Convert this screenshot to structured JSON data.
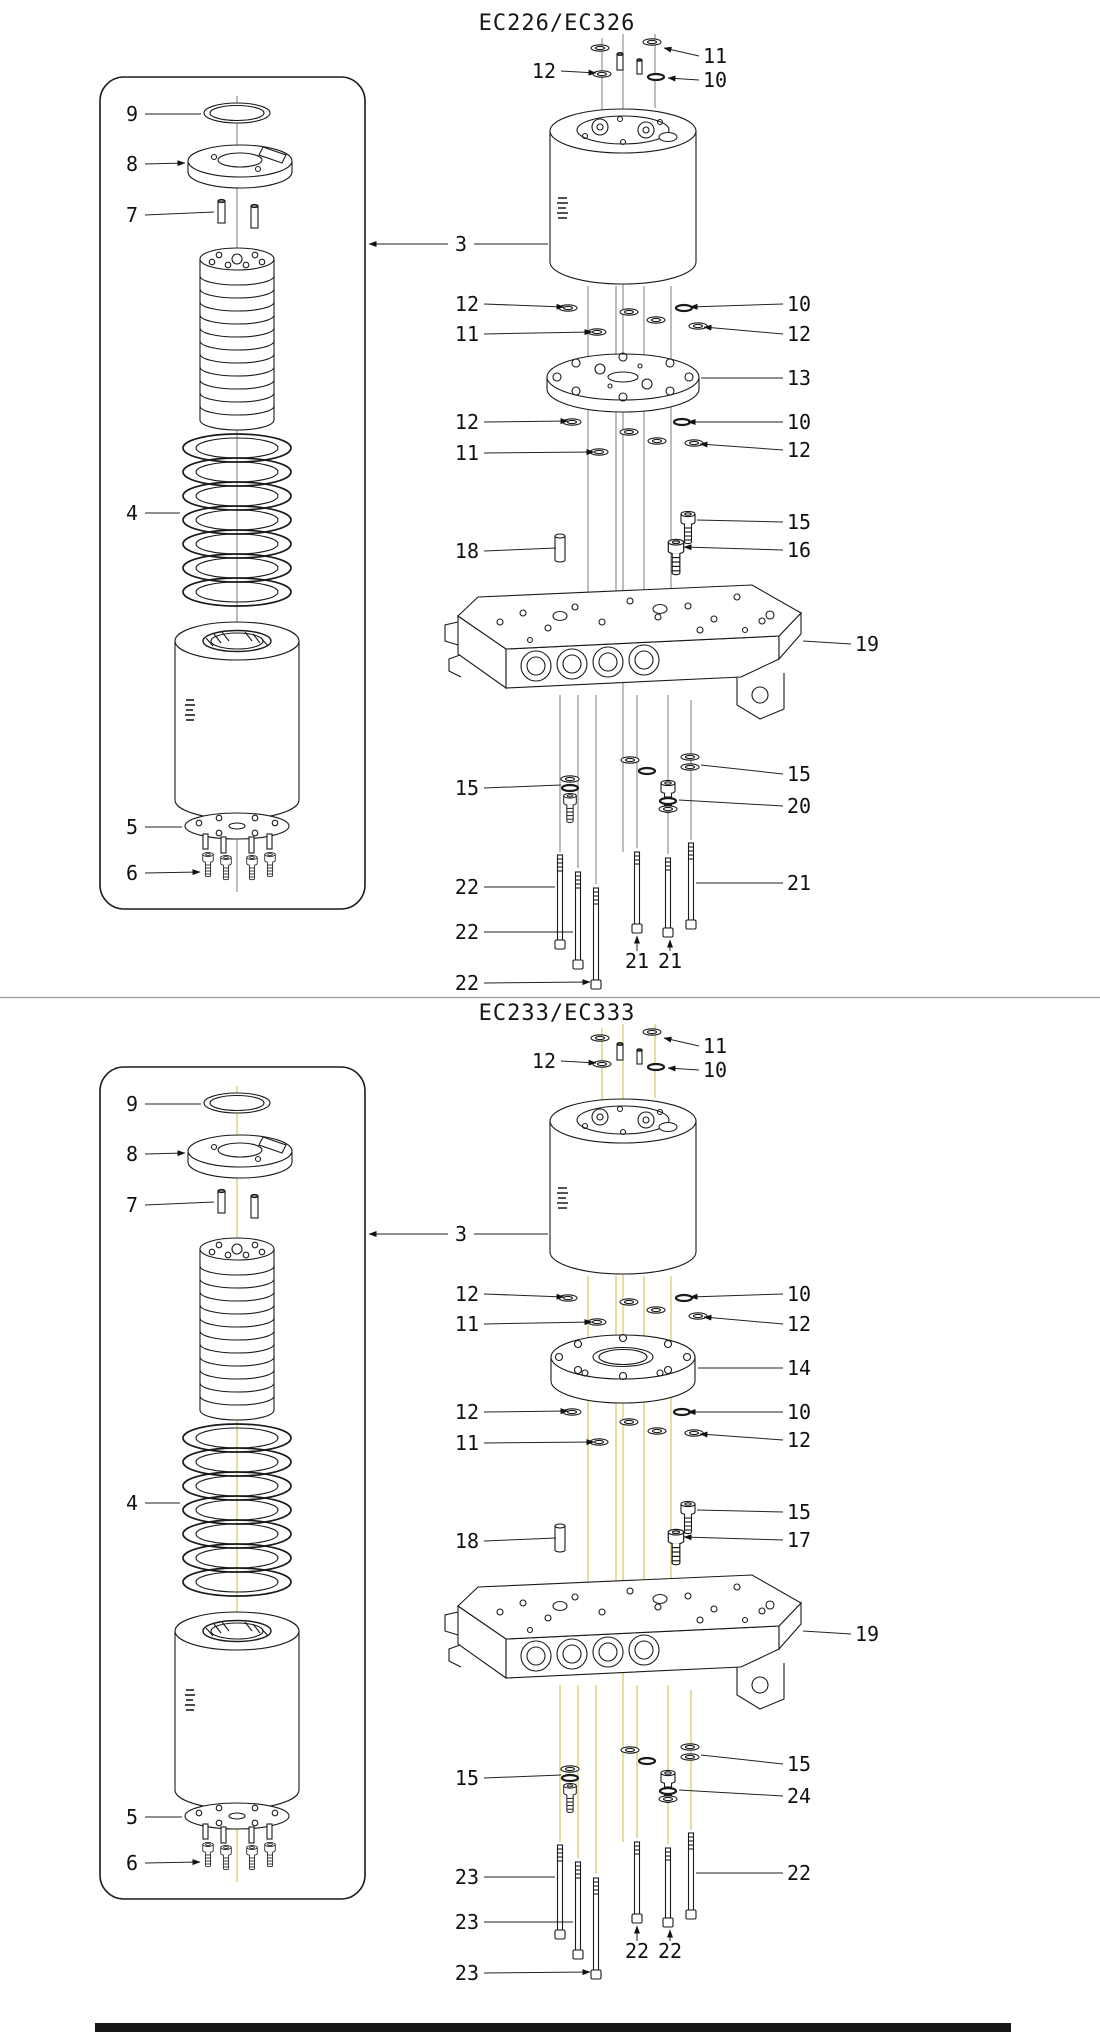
{
  "page": {
    "background": "#ffffff",
    "line_color": "#1a1a1a",
    "centerline_color_top": "#6e6e6e",
    "centerline_color_bottom": "#c9b42c",
    "divider_color": "#999999"
  },
  "sections": [
    {
      "id": "ec226-ec326",
      "title": "EC226/EC326",
      "callouts": [
        {
          "n": "11",
          "t": [
            703,
            63
          ],
          "a": "start",
          "l": [
            699,
            56,
            664,
            48
          ],
          "arr": true
        },
        {
          "n": "12",
          "t": [
            556,
            78
          ],
          "a": "end",
          "l": [
            561,
            71,
            596,
            73
          ],
          "arr": true
        },
        {
          "n": "10",
          "t": [
            703,
            87
          ],
          "a": "start",
          "l": [
            699,
            80,
            668,
            78
          ],
          "arr": true
        },
        {
          "n": "9",
          "t": [
            132,
            121
          ],
          "a": "middle",
          "l": [
            145,
            114,
            201,
            114
          ],
          "arr": false
        },
        {
          "n": "8",
          "t": [
            132,
            171
          ],
          "a": "middle",
          "l": [
            145,
            164,
            185,
            163
          ],
          "arr": true
        },
        {
          "n": "7",
          "t": [
            132,
            222
          ],
          "a": "middle",
          "l": [
            145,
            215,
            214,
            212
          ],
          "arr": false
        },
        {
          "n": "4",
          "t": [
            132,
            520
          ],
          "a": "middle",
          "l": [
            145,
            513,
            180,
            513
          ],
          "arr": false
        },
        {
          "n": "5",
          "t": [
            132,
            834
          ],
          "a": "middle",
          "l": [
            145,
            827,
            182,
            827
          ],
          "arr": false
        },
        {
          "n": "6",
          "t": [
            132,
            880
          ],
          "a": "middle",
          "l": [
            145,
            873,
            200,
            872
          ],
          "arr": true
        },
        {
          "n": "3",
          "t": [
            461,
            251
          ],
          "a": "middle",
          "l": [
            448,
            244,
            369,
            244
          ],
          "arr": true,
          "l2": [
            474,
            244,
            548,
            244
          ]
        },
        {
          "n": "12",
          "t": [
            479,
            311
          ],
          "a": "end",
          "l": [
            484,
            304,
            564,
            307
          ],
          "arr": true
        },
        {
          "n": "11",
          "t": [
            479,
            341
          ],
          "a": "end",
          "l": [
            484,
            334,
            592,
            332
          ],
          "arr": true
        },
        {
          "n": "10",
          "t": [
            787,
            311
          ],
          "a": "start",
          "l": [
            783,
            304,
            690,
            307
          ],
          "arr": true
        },
        {
          "n": "12",
          "t": [
            787,
            341
          ],
          "a": "start",
          "l": [
            783,
            334,
            704,
            327
          ],
          "arr": true
        },
        {
          "n": "13",
          "t": [
            787,
            385
          ],
          "a": "start",
          "l": [
            783,
            378,
            701,
            378
          ],
          "arr": false
        },
        {
          "n": "12",
          "t": [
            479,
            429
          ],
          "a": "end",
          "l": [
            484,
            422,
            568,
            421
          ],
          "arr": true
        },
        {
          "n": "11",
          "t": [
            479,
            460
          ],
          "a": "end",
          "l": [
            484,
            453,
            594,
            452
          ],
          "arr": true
        },
        {
          "n": "10",
          "t": [
            787,
            429
          ],
          "a": "start",
          "l": [
            783,
            422,
            688,
            422
          ],
          "arr": true
        },
        {
          "n": "12",
          "t": [
            787,
            457
          ],
          "a": "start",
          "l": [
            783,
            450,
            700,
            444
          ],
          "arr": true
        },
        {
          "n": "15",
          "t": [
            787,
            529
          ],
          "a": "start",
          "l": [
            783,
            522,
            697,
            520
          ],
          "arr": false
        },
        {
          "n": "16",
          "t": [
            787,
            557
          ],
          "a": "start",
          "l": [
            783,
            550,
            684,
            547
          ],
          "arr": true
        },
        {
          "n": "18",
          "t": [
            479,
            558
          ],
          "a": "end",
          "l": [
            484,
            551,
            556,
            548
          ],
          "arr": false
        },
        {
          "n": "19",
          "t": [
            855,
            651
          ],
          "a": "start",
          "l": [
            851,
            644,
            803,
            641
          ],
          "arr": false
        },
        {
          "n": "15",
          "t": [
            787,
            781
          ],
          "a": "start",
          "l": [
            783,
            774,
            701,
            765
          ],
          "arr": false
        },
        {
          "n": "20",
          "t": [
            787,
            813
          ],
          "a": "start",
          "l": [
            783,
            806,
            679,
            800
          ],
          "arr": false
        },
        {
          "n": "15",
          "t": [
            479,
            795
          ],
          "a": "end",
          "l": [
            484,
            788,
            561,
            785
          ],
          "arr": false
        },
        {
          "n": "22",
          "t": [
            479,
            894
          ],
          "a": "end",
          "l": [
            484,
            887,
            555,
            887
          ],
          "arr": false
        },
        {
          "n": "21",
          "t": [
            787,
            890
          ],
          "a": "start",
          "l": [
            783,
            883,
            696,
            883
          ],
          "arr": false
        },
        {
          "n": "22",
          "t": [
            479,
            939
          ],
          "a": "end",
          "l": [
            484,
            932,
            573,
            932
          ],
          "arr": false
        },
        {
          "n": "21",
          "t": [
            637,
            968
          ],
          "a": "middle",
          "l": [
            637,
            951,
            637,
            936
          ],
          "arr": true
        },
        {
          "n": "21",
          "t": [
            670,
            968
          ],
          "a": "middle",
          "l": [
            670,
            951,
            670,
            940
          ],
          "arr": true
        },
        {
          "n": "22",
          "t": [
            479,
            990
          ],
          "a": "end",
          "l": [
            484,
            983,
            590,
            982
          ],
          "arr": true
        }
      ]
    },
    {
      "id": "ec233-ec333",
      "title": "EC233/EC333",
      "callouts": [
        {
          "n": "11",
          "t": [
            703,
            1053
          ],
          "a": "start",
          "l": [
            699,
            1046,
            664,
            1038
          ],
          "arr": true
        },
        {
          "n": "12",
          "t": [
            556,
            1068
          ],
          "a": "end",
          "l": [
            561,
            1061,
            596,
            1063
          ],
          "arr": true
        },
        {
          "n": "10",
          "t": [
            703,
            1077
          ],
          "a": "start",
          "l": [
            699,
            1070,
            668,
            1068
          ],
          "arr": true
        },
        {
          "n": "9",
          "t": [
            132,
            1111
          ],
          "a": "middle",
          "l": [
            145,
            1104,
            201,
            1104
          ],
          "arr": false
        },
        {
          "n": "8",
          "t": [
            132,
            1161
          ],
          "a": "middle",
          "l": [
            145,
            1154,
            185,
            1153
          ],
          "arr": true
        },
        {
          "n": "7",
          "t": [
            132,
            1212
          ],
          "a": "middle",
          "l": [
            145,
            1205,
            214,
            1202
          ],
          "arr": false
        },
        {
          "n": "4",
          "t": [
            132,
            1510
          ],
          "a": "middle",
          "l": [
            145,
            1503,
            180,
            1503
          ],
          "arr": false
        },
        {
          "n": "5",
          "t": [
            132,
            1824
          ],
          "a": "middle",
          "l": [
            145,
            1817,
            182,
            1817
          ],
          "arr": false
        },
        {
          "n": "6",
          "t": [
            132,
            1870
          ],
          "a": "middle",
          "l": [
            145,
            1863,
            200,
            1862
          ],
          "arr": true
        },
        {
          "n": "3",
          "t": [
            461,
            1241
          ],
          "a": "middle",
          "l": [
            448,
            1234,
            369,
            1234
          ],
          "arr": true,
          "l2": [
            474,
            1234,
            548,
            1234
          ]
        },
        {
          "n": "12",
          "t": [
            479,
            1301
          ],
          "a": "end",
          "l": [
            484,
            1294,
            564,
            1297
          ],
          "arr": true
        },
        {
          "n": "11",
          "t": [
            479,
            1331
          ],
          "a": "end",
          "l": [
            484,
            1324,
            592,
            1322
          ],
          "arr": true
        },
        {
          "n": "10",
          "t": [
            787,
            1301
          ],
          "a": "start",
          "l": [
            783,
            1294,
            690,
            1297
          ],
          "arr": true
        },
        {
          "n": "12",
          "t": [
            787,
            1331
          ],
          "a": "start",
          "l": [
            783,
            1324,
            704,
            1317
          ],
          "arr": true
        },
        {
          "n": "14",
          "t": [
            787,
            1375
          ],
          "a": "start",
          "l": [
            783,
            1368,
            698,
            1368
          ],
          "arr": false
        },
        {
          "n": "12",
          "t": [
            479,
            1419
          ],
          "a": "end",
          "l": [
            484,
            1412,
            568,
            1411
          ],
          "arr": true
        },
        {
          "n": "11",
          "t": [
            479,
            1450
          ],
          "a": "end",
          "l": [
            484,
            1443,
            594,
            1442
          ],
          "arr": true
        },
        {
          "n": "10",
          "t": [
            787,
            1419
          ],
          "a": "start",
          "l": [
            783,
            1412,
            688,
            1412
          ],
          "arr": true
        },
        {
          "n": "12",
          "t": [
            787,
            1447
          ],
          "a": "start",
          "l": [
            783,
            1440,
            700,
            1434
          ],
          "arr": true
        },
        {
          "n": "15",
          "t": [
            787,
            1519
          ],
          "a": "start",
          "l": [
            783,
            1512,
            697,
            1510
          ],
          "arr": false
        },
        {
          "n": "17",
          "t": [
            787,
            1547
          ],
          "a": "start",
          "l": [
            783,
            1540,
            684,
            1537
          ],
          "arr": true
        },
        {
          "n": "18",
          "t": [
            479,
            1548
          ],
          "a": "end",
          "l": [
            484,
            1541,
            556,
            1538
          ],
          "arr": false
        },
        {
          "n": "19",
          "t": [
            855,
            1641
          ],
          "a": "start",
          "l": [
            851,
            1634,
            803,
            1631
          ],
          "arr": false
        },
        {
          "n": "15",
          "t": [
            787,
            1771
          ],
          "a": "start",
          "l": [
            783,
            1764,
            701,
            1755
          ],
          "arr": false
        },
        {
          "n": "24",
          "t": [
            787,
            1803
          ],
          "a": "start",
          "l": [
            783,
            1796,
            679,
            1790
          ],
          "arr": false
        },
        {
          "n": "15",
          "t": [
            479,
            1785
          ],
          "a": "end",
          "l": [
            484,
            1778,
            561,
            1775
          ],
          "arr": false
        },
        {
          "n": "23",
          "t": [
            479,
            1884
          ],
          "a": "end",
          "l": [
            484,
            1877,
            555,
            1877
          ],
          "arr": false
        },
        {
          "n": "22",
          "t": [
            787,
            1880
          ],
          "a": "start",
          "l": [
            783,
            1873,
            696,
            1873
          ],
          "arr": false
        },
        {
          "n": "23",
          "t": [
            479,
            1929
          ],
          "a": "end",
          "l": [
            484,
            1922,
            573,
            1922
          ],
          "arr": false
        },
        {
          "n": "22",
          "t": [
            637,
            1958
          ],
          "a": "middle",
          "l": [
            637,
            1941,
            637,
            1926
          ],
          "arr": true
        },
        {
          "n": "22",
          "t": [
            670,
            1958
          ],
          "a": "middle",
          "l": [
            670,
            1941,
            670,
            1930
          ],
          "arr": true
        },
        {
          "n": "23",
          "t": [
            479,
            1980
          ],
          "a": "end",
          "l": [
            484,
            1973,
            590,
            1972
          ],
          "arr": true
        }
      ]
    }
  ]
}
